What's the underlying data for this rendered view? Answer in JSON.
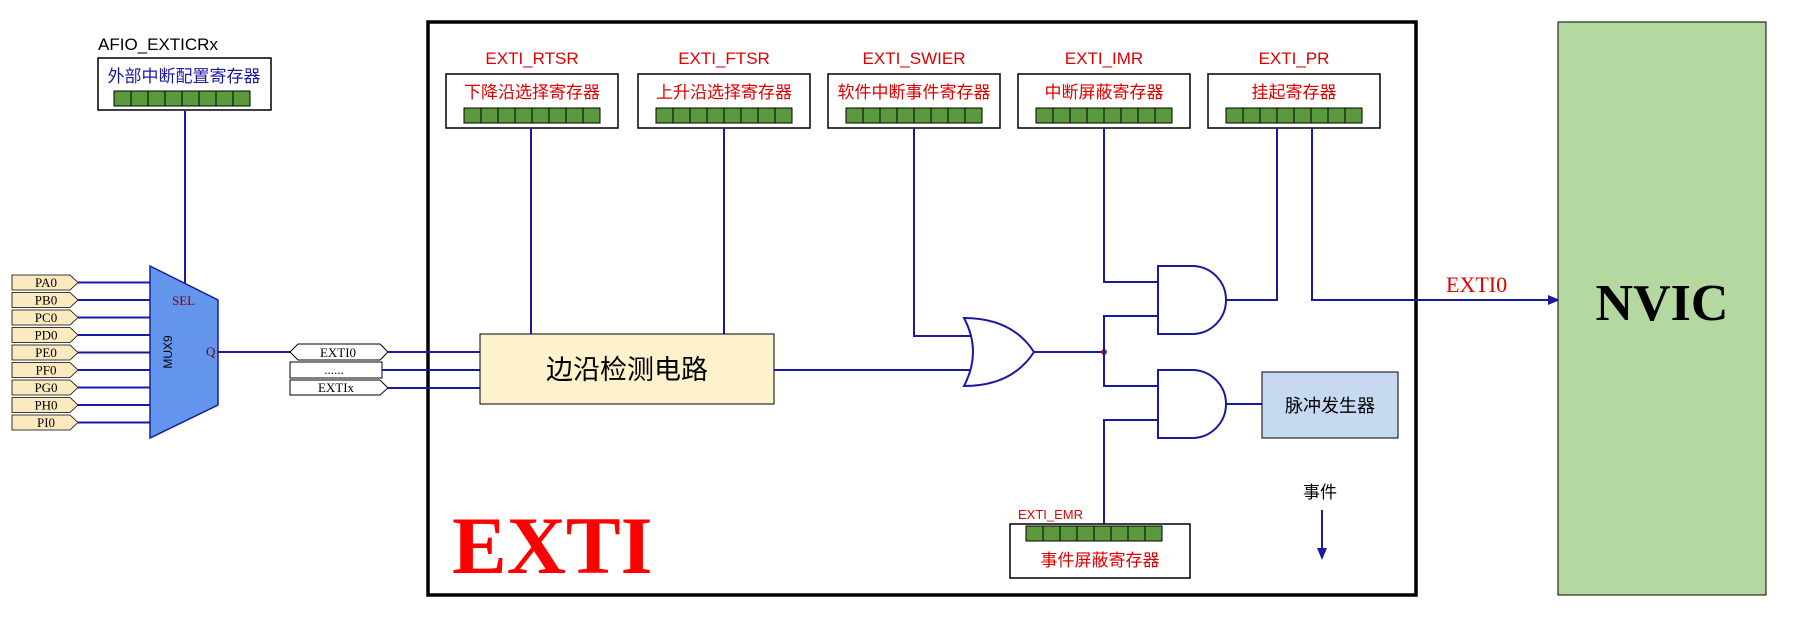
{
  "afio": {
    "title": "AFIO_EXTICRx",
    "name": "外部中断配置寄存器"
  },
  "registers": [
    {
      "title": "EXTI_RTSR",
      "name": "下降沿选择寄存器"
    },
    {
      "title": "EXTI_FTSR",
      "name": "上升沿选择寄存器"
    },
    {
      "title": "EXTI_SWIER",
      "name": "软件中断事件寄存器"
    },
    {
      "title": "EXTI_IMR",
      "name": "中断屏蔽寄存器"
    },
    {
      "title": "EXTI_PR",
      "name": "挂起寄存器"
    }
  ],
  "emr": {
    "title": "EXTI_EMR",
    "name": "事件屏蔽寄存器"
  },
  "pins": [
    "PA0",
    "PB0",
    "PC0",
    "PD0",
    "PE0",
    "PF0",
    "PG0",
    "PH0",
    "PI0"
  ],
  "mux": {
    "name": "MUX9",
    "sel": "SEL",
    "q": "Q"
  },
  "lines": {
    "first": "EXTI0",
    "dots": "......",
    "last": "EXTIx"
  },
  "edge_detect": "边沿检测电路",
  "pulse_gen": "脉冲发生器",
  "event": "事件",
  "exti_label": "EXTI",
  "output_label": "EXTI0",
  "nvic": "NVIC",
  "colors": {
    "reg_bit": "#5a9a3c",
    "mux": "#6495ed",
    "pin": "#fbe9c0",
    "edge": "#fdf2cc",
    "pulse": "#c6d9f1",
    "nvic": "#b3d8a0",
    "wire": "#1a1aa0"
  }
}
